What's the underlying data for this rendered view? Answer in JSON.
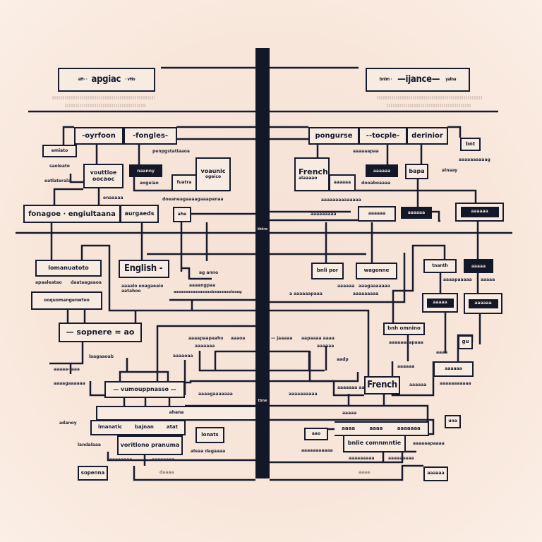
{
  "colors": {
    "ink": "#171b2d",
    "spine": "#131829",
    "background": "#f8e6da",
    "box_fill": "#f8ebe1"
  },
  "spine": {
    "labels": [
      "tbtre",
      "tbne"
    ]
  },
  "left": {
    "title": {
      "pre": "aH- ·",
      "main": "apgiac",
      "post": "· vHo"
    },
    "header": [
      "-oyrfoon",
      "-fongles-"
    ],
    "emiato": "emiato",
    "side_labels": [
      "saoleato",
      "eatlaterala",
      "penpgstatiaaoa",
      "enaaaaa"
    ],
    "vouttioe": {
      "main": "vouttioe",
      "sub": "oocaoc"
    },
    "dark_box": "naanny",
    "voaunic": {
      "main": "voaunic",
      "sub": "ogeico"
    },
    "small_boxes": [
      "fuatra",
      "aogeiao"
    ],
    "row": [
      "fonagoe · engiultaana",
      "aurgaeds",
      "ahe"
    ],
    "under_row": "doeaneagaaaagaaapanaa",
    "lomanuatoto": "lomanuatoto",
    "english": {
      "main": "English -",
      "sub": "aaaalo eoagaeaio aatahoo"
    },
    "right_of_english": [
      "ag anno",
      "aaaangpaa",
      "aaaaaaaaaaaaaaaabaaaaaaalaaag"
    ],
    "quote_labels": [
      "apaaleatao",
      "daataagaaoa"
    ],
    "oqoo": "ooquomangenwtoo",
    "sopnere": "— sopnere = ao",
    "mid_labels": [
      "laagaaoab",
      "aaaaa- aaa",
      "aaaagaaaaaa",
      "aaaapaapaaho",
      "aaaoa",
      "aaaaaaa",
      "aaaaoaa"
    ],
    "vumou": "— vumouppnasso —",
    "vumou_right": "aaaagaaaaaaa",
    "ahana": "ahana",
    "triple": [
      "lmanatic",
      "bajnan",
      "atat"
    ],
    "left_labels": [
      "adanoy",
      "landalaaa"
    ],
    "voritlono": "voritlono pranuma",
    "voritlono_subs": [
      "aaaaaaaa",
      "aaaaaaaa"
    ],
    "lonats": {
      "main": "lonats",
      "sub": "aleaa dagaaaa"
    },
    "sopenna": "sopenna",
    "bottom_label": "daaaa"
  },
  "right": {
    "title": {
      "pre": "bnlm ·",
      "main": "—ijance—",
      "post": "yalna"
    },
    "header": [
      "pongurse",
      "--tocple-",
      "derinior"
    ],
    "bnt": "bnt",
    "french_top": {
      "main": "French",
      "sub": "alaaaao"
    },
    "small_box": "aaaaaa",
    "dark_box": "aaaaaa",
    "bapa": "bapa",
    "labels": [
      "aaaaaapaa",
      "dooaboaaaa",
      "alnaay",
      "aaaaaaaaaaaaaa",
      "aaaaaaaaaag"
    ],
    "row": [
      "aaaaaaaaa",
      "aaaaaa",
      "aaaaaa"
    ],
    "bnlipor": "bnli por",
    "wagonne": "wagonne",
    "bnli_labels": [
      "aaaaaa",
      "aaagaaaaaaa",
      "aaaaaaaaa",
      "a aaaaaapaaa"
    ],
    "tnanth": "tnanth",
    "dark_top": "aaaaa",
    "tnanth_labels": [
      "aaaapaaaaa",
      "aaaaa"
    ],
    "callouts": [
      "aaaaa",
      "aaaaaa"
    ],
    "bnhomnino": "bnh omnino",
    "bnh_label": "aaaaaaaapaaa",
    "mid_labels": [
      "— jaaaaa",
      "aapaaaa aaaa",
      "aaaaaa",
      "aadp",
      "aaaaaa",
      "aaaaaa",
      "aaaa"
    ],
    "gu": "gu",
    "ap_box": {
      "main": "aaaaaa",
      "sub": "aaaaaaaaaaa"
    },
    "french": "French",
    "french_left": "aaaaaaaaaa",
    "french_label": "aaaaaaa aal",
    "aaaaa": "aaaaa",
    "triple": [
      "aaaa",
      "aaaa",
      "aaaaaaa"
    ],
    "una": "una",
    "aao": {
      "main": "aao",
      "sub": "aaaaaaaaaaa"
    },
    "comm": "bnlie comnmntie",
    "comm_right": "aaaaaapaaaa",
    "comm_subs": [
      "aaaaaaaaa",
      "aaaaaaaaa"
    ],
    "bottom_box": "aaaaaa",
    "bottom_label": "aaaa"
  }
}
